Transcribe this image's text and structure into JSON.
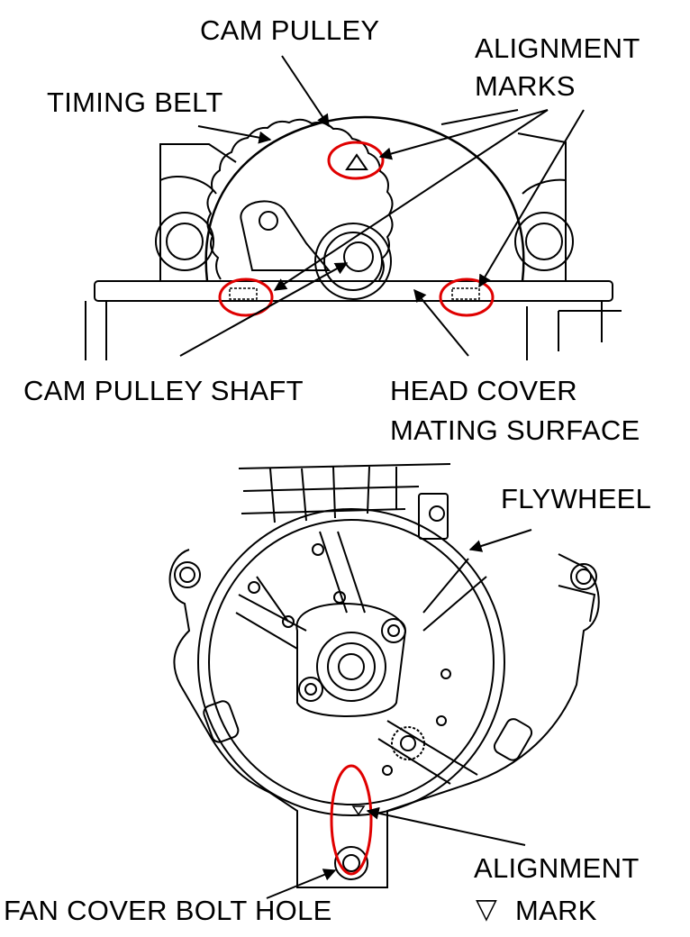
{
  "top_diagram": {
    "labels": {
      "cam_pulley": "CAM PULLEY",
      "timing_belt": "TIMING BELT",
      "alignment_marks_line1": "ALIGNMENT",
      "alignment_marks_line2": "MARKS",
      "cam_pulley_shaft": "CAM PULLEY SHAFT",
      "head_cover_line1": "HEAD COVER",
      "head_cover_line2": "MATING SURFACE"
    }
  },
  "bottom_diagram": {
    "labels": {
      "flywheel": "FLYWHEEL",
      "fan_cover_bolt_hole": "FAN COVER BOLT HOLE",
      "alignment_mark_line1": "ALIGNMENT",
      "alignment_mark_line2": "MARK",
      "triangle_symbol": "▽"
    }
  },
  "colors": {
    "line": "#000000",
    "highlight": "#e00000",
    "background": "#ffffff"
  }
}
